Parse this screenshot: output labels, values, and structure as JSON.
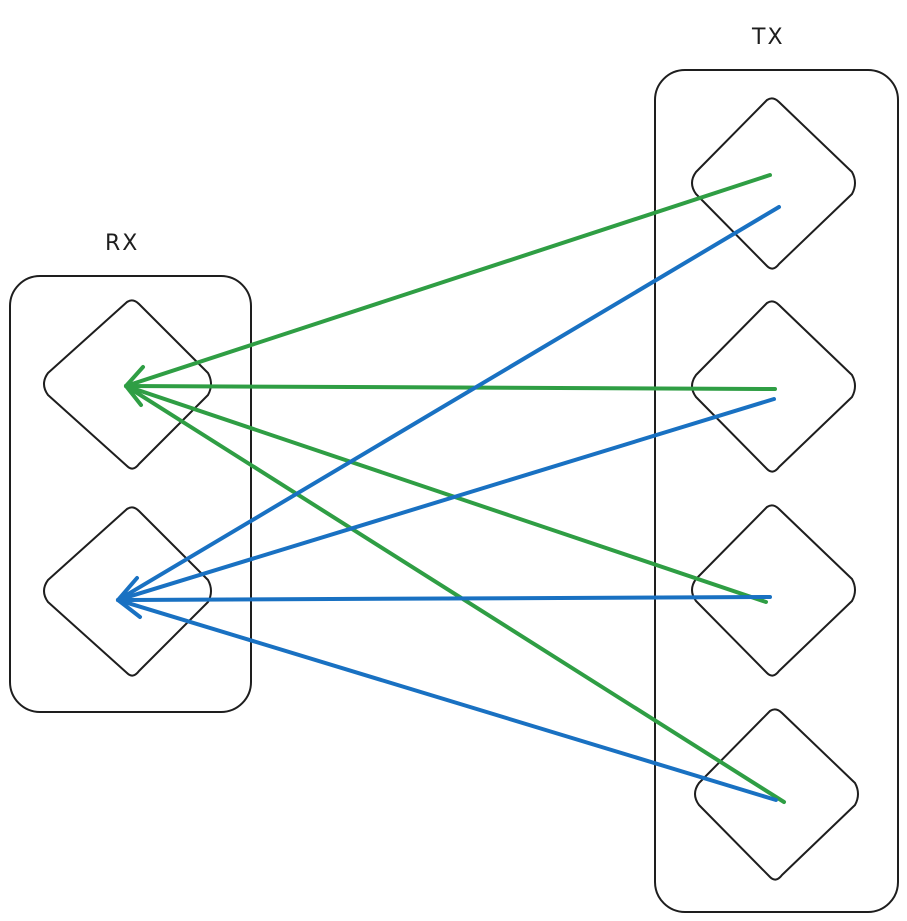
{
  "groups": {
    "rx": {
      "label": "RX",
      "node_count": 2
    },
    "tx": {
      "label": "TX",
      "node_count": 4
    }
  },
  "colors": {
    "green": "#2f9e44",
    "blue": "#1971c2",
    "stroke": "#1e1e1e"
  },
  "edges": [
    {
      "from": "tx-1",
      "to": "rx-1",
      "color": "green"
    },
    {
      "from": "tx-2",
      "to": "rx-1",
      "color": "green"
    },
    {
      "from": "tx-3",
      "to": "rx-1",
      "color": "green"
    },
    {
      "from": "tx-4",
      "to": "rx-1",
      "color": "green"
    },
    {
      "from": "tx-1",
      "to": "rx-2",
      "color": "blue"
    },
    {
      "from": "tx-2",
      "to": "rx-2",
      "color": "blue"
    },
    {
      "from": "tx-3",
      "to": "rx-2",
      "color": "blue"
    },
    {
      "from": "tx-4",
      "to": "rx-2",
      "color": "blue"
    }
  ]
}
